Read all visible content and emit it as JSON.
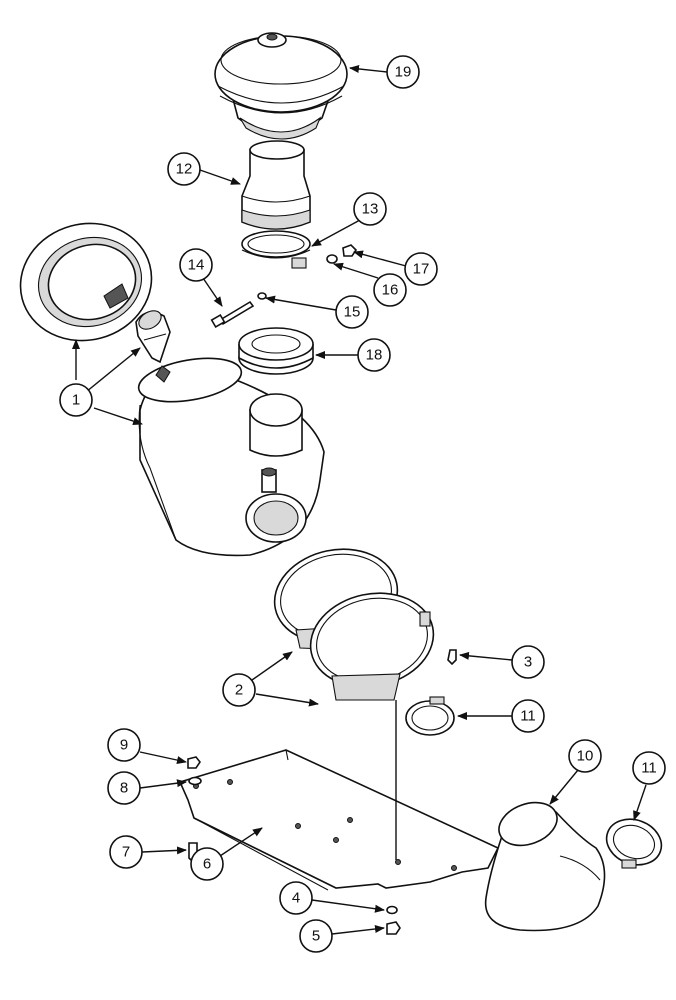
{
  "callouts": [
    {
      "id": "c19",
      "label": "19"
    },
    {
      "id": "c12",
      "label": "12"
    },
    {
      "id": "c13",
      "label": "13"
    },
    {
      "id": "c14",
      "label": "14"
    },
    {
      "id": "c15",
      "label": "15"
    },
    {
      "id": "c16",
      "label": "16"
    },
    {
      "id": "c17",
      "label": "17"
    },
    {
      "id": "c18",
      "label": "18"
    },
    {
      "id": "c1",
      "label": "1"
    },
    {
      "id": "c3",
      "label": "3"
    },
    {
      "id": "c2",
      "label": "2"
    },
    {
      "id": "c11a",
      "label": "11"
    },
    {
      "id": "c10",
      "label": "10"
    },
    {
      "id": "c11b",
      "label": "11"
    },
    {
      "id": "c9",
      "label": "9"
    },
    {
      "id": "c8",
      "label": "8"
    },
    {
      "id": "c7",
      "label": "7"
    },
    {
      "id": "c6",
      "label": "6"
    },
    {
      "id": "c4",
      "label": "4"
    },
    {
      "id": "c5",
      "label": "5"
    }
  ]
}
